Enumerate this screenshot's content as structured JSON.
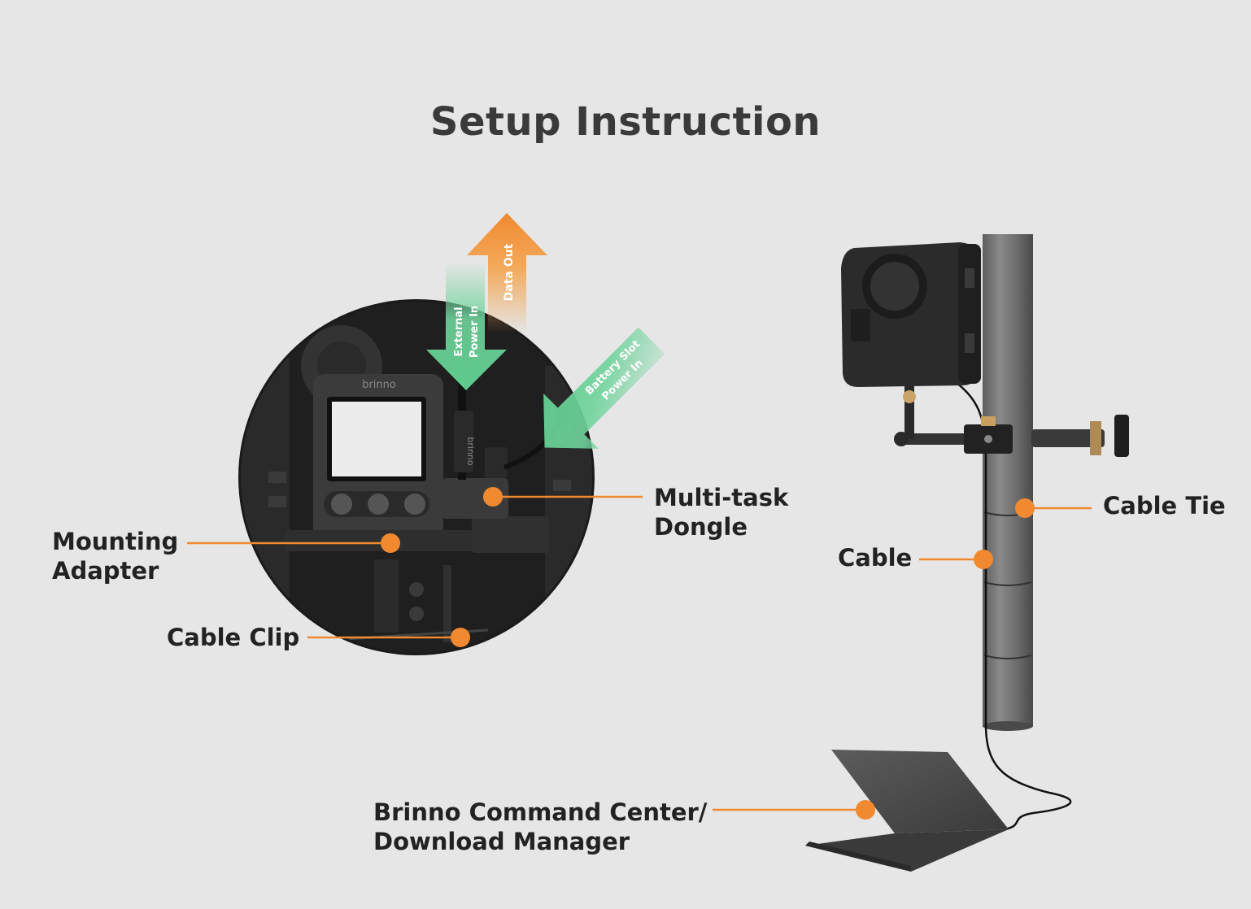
{
  "title": "Setup Instruction",
  "arrows": {
    "data_out": "Data Out",
    "external_power": [
      "External",
      "Power In"
    ],
    "battery_power": [
      "Battery Slot",
      "Power In"
    ]
  },
  "device": {
    "brand": "brinno",
    "dongle_brand": "brinno"
  },
  "callouts": {
    "multi_task_dongle": [
      "Multi-task",
      "Dongle"
    ],
    "mounting_adapter": [
      "Mounting",
      "Adapter"
    ],
    "cable_clip": [
      "Cable Clip"
    ],
    "cable_tie": [
      "Cable Tie"
    ],
    "cable": [
      "Cable"
    ],
    "command_center": [
      "Brinno Command Center/",
      "Download Manager"
    ]
  },
  "colors": {
    "background": "#e6e6e6",
    "accent_orange": "#f0892f",
    "arrow_orange": "#f4a24a",
    "arrow_green": "#6fd39b",
    "device_dark": "#2b2b2b"
  }
}
